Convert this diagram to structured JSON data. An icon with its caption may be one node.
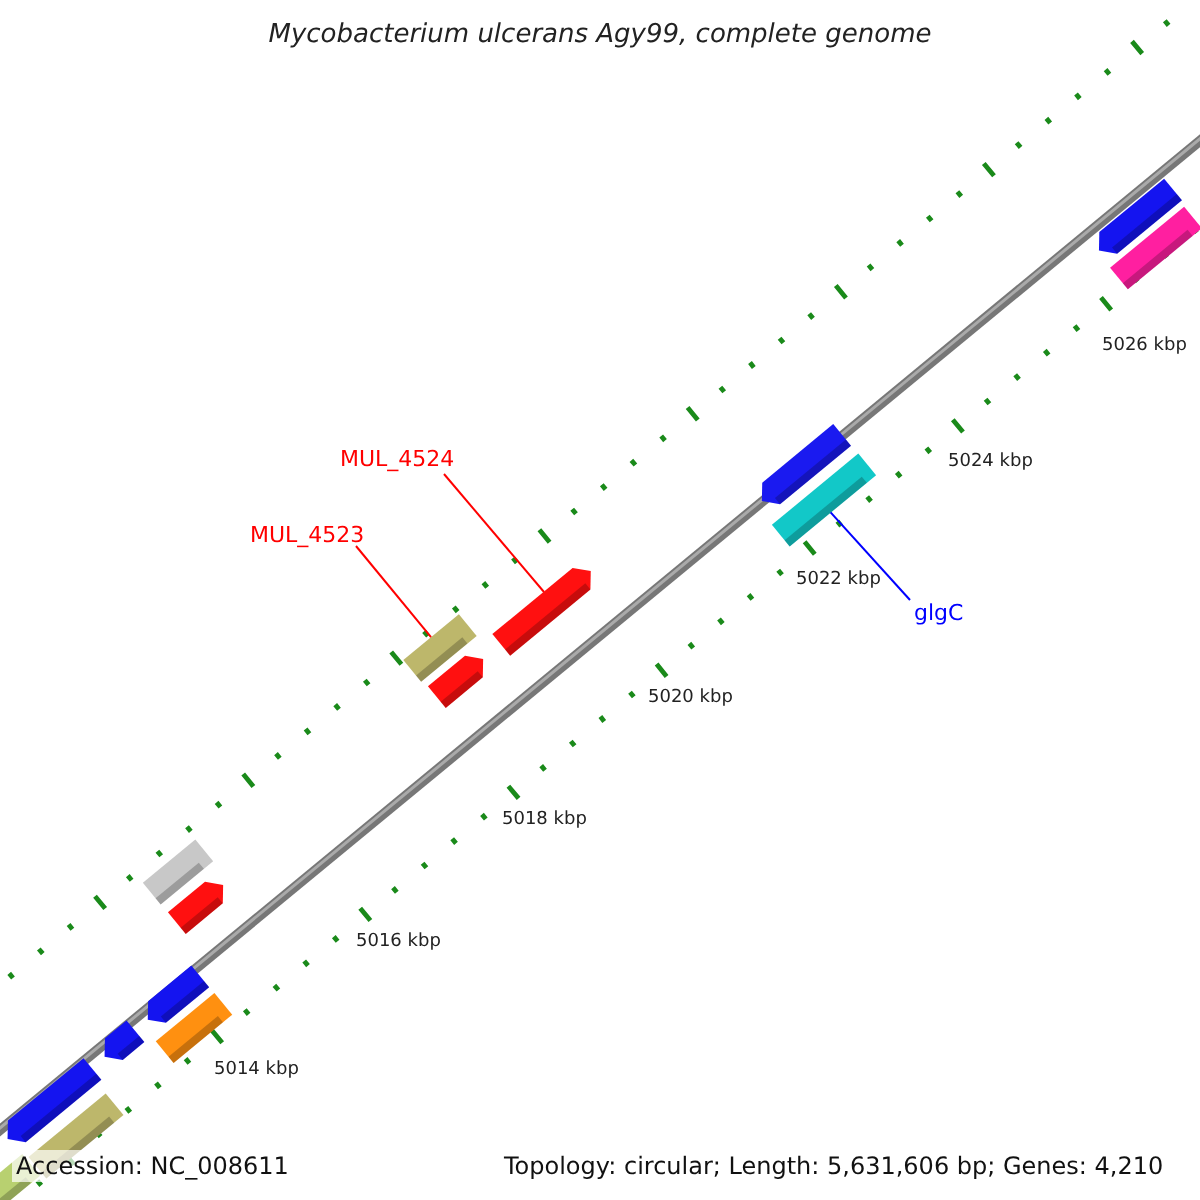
{
  "diagram": {
    "title": "Mycobacterium ulcerans Agy99, complete genome",
    "nodes": [
      {
        "text": [
          "MUL_4524"
        ]
      },
      {
        "text": [
          "MUL_4523"
        ]
      },
      {
        "text": [
          "glgC"
        ]
      },
      {
        "text": [],
        "shape": "bar"
      },
      {
        "text": [],
        "shape": "bar"
      },
      {
        "text": [],
        "shape": "bar"
      }
    ],
    "edges": [
      {
        "from": 0,
        "to": 3,
        "arrow": "none"
      },
      {
        "from": 1,
        "to": 4,
        "arrow": "none"
      },
      {
        "from": 2,
        "to": 5,
        "arrow": "none",
        "color": "#0000ff"
      }
    ],
    "labels": [
      "5026 kbp",
      "5024 kbp",
      "5022 kbp",
      "5020 kbp",
      "5018 kbp",
      "5016 kbp",
      "5014 kbp",
      "Accession: NC_008611",
      "Topology: circular; Length: 5,631,606 bp; Genes: 4,210"
    ]
  }
}
